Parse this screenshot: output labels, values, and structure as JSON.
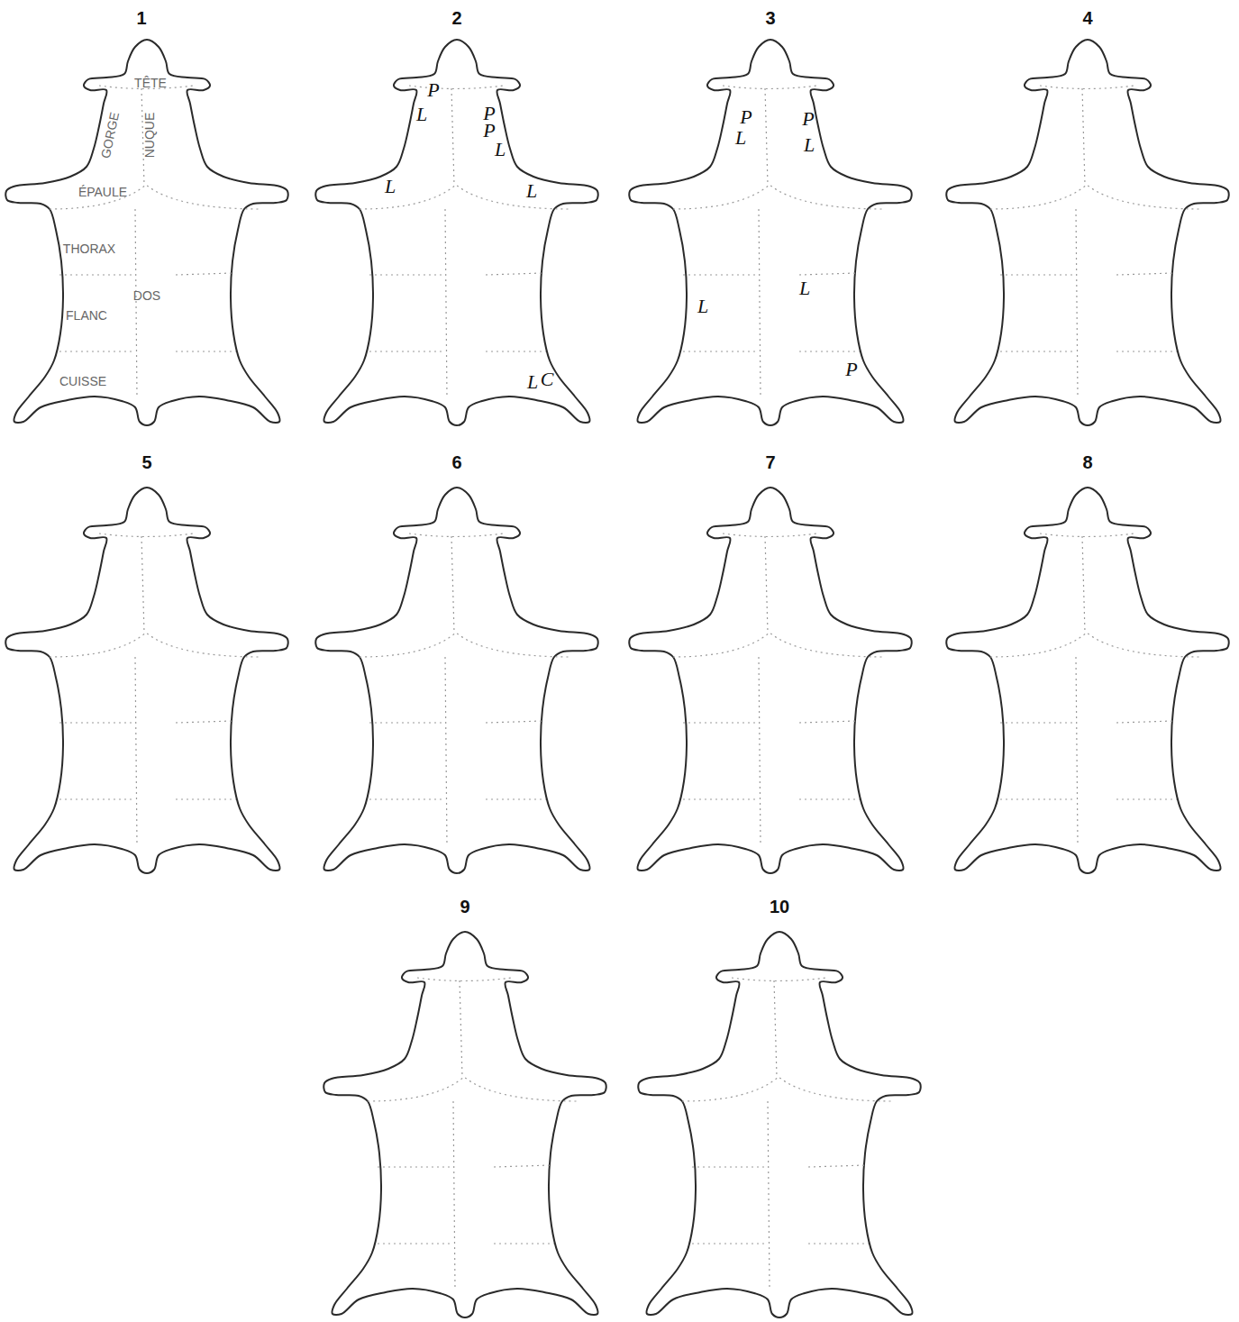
{
  "diagram": {
    "labels": [
      "1",
      "2",
      "3",
      "4",
      "5",
      "6",
      "7",
      "8",
      "9",
      "10",
      "TÊTE",
      "GORGE",
      "NUQUE",
      "ÉPAULE",
      "THORAX",
      "DOS",
      "FLANC",
      "CUISSE",
      "P",
      "L",
      "L",
      "P",
      "P",
      "L",
      "L",
      "L",
      "C",
      "P",
      "L",
      "P",
      "L",
      "L",
      "L",
      "P"
    ]
  }
}
